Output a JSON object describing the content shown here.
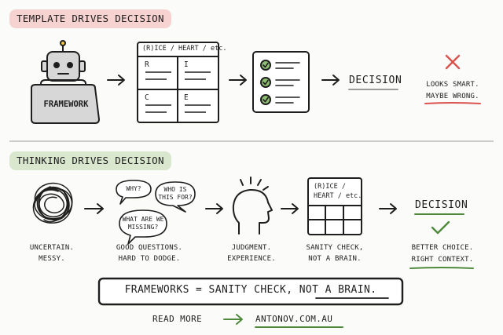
{
  "sections": {
    "template": {
      "title": "TEMPLATE DRIVES DECISION",
      "accent": "#f6d2d0",
      "robot_label": "FRAMEWORK",
      "card_title": "(R)ICE / HEART / etc.",
      "card_cells": [
        "R",
        "I",
        "C",
        "E"
      ],
      "decision": "DECISION",
      "verdict_icon": "x-icon",
      "verdict_line1": "LOOKS SMART.",
      "verdict_line2": "MAYBE WRONG."
    },
    "thinking": {
      "title": "THINKING DRIVES DECISION",
      "accent": "#d9e7cf",
      "scribble_caption_1": "UNCERTAIN.",
      "scribble_caption_2": "MESSY.",
      "bubbles": {
        "why": "WHY?",
        "who_1": "WHO IS",
        "who_2": "THIS FOR?",
        "missing_1": "WHAT ARE WE",
        "missing_2": "MISSING?"
      },
      "questions_caption_1": "GOOD QUESTIONS.",
      "questions_caption_2": "HARD TO DODGE.",
      "head_caption_1": "JUDGMENT.",
      "head_caption_2": "EXPERIENCE.",
      "card_title_1": "(R)ICE /",
      "card_title_2": "HEART / etc.",
      "card_caption_1": "SANITY CHECK,",
      "card_caption_2": "NOT A BRAIN.",
      "decision": "DECISION",
      "verdict_icon": "check-icon",
      "verdict_line1": "BETTER CHOICE.",
      "verdict_line2": "RIGHT CONTEXT."
    }
  },
  "banner": {
    "text_before": "FRAMEWORKS = SANITY CHECK,",
    "text_underlined": "NOT A BRAIN."
  },
  "footer": {
    "read_more": "READ MORE",
    "link": "ANTONOV.COM.AU"
  },
  "colors": {
    "ink": "#1e1e1e",
    "red": "#d9534f",
    "green": "#4f8a3c",
    "check_circle": "#8fbf72"
  }
}
